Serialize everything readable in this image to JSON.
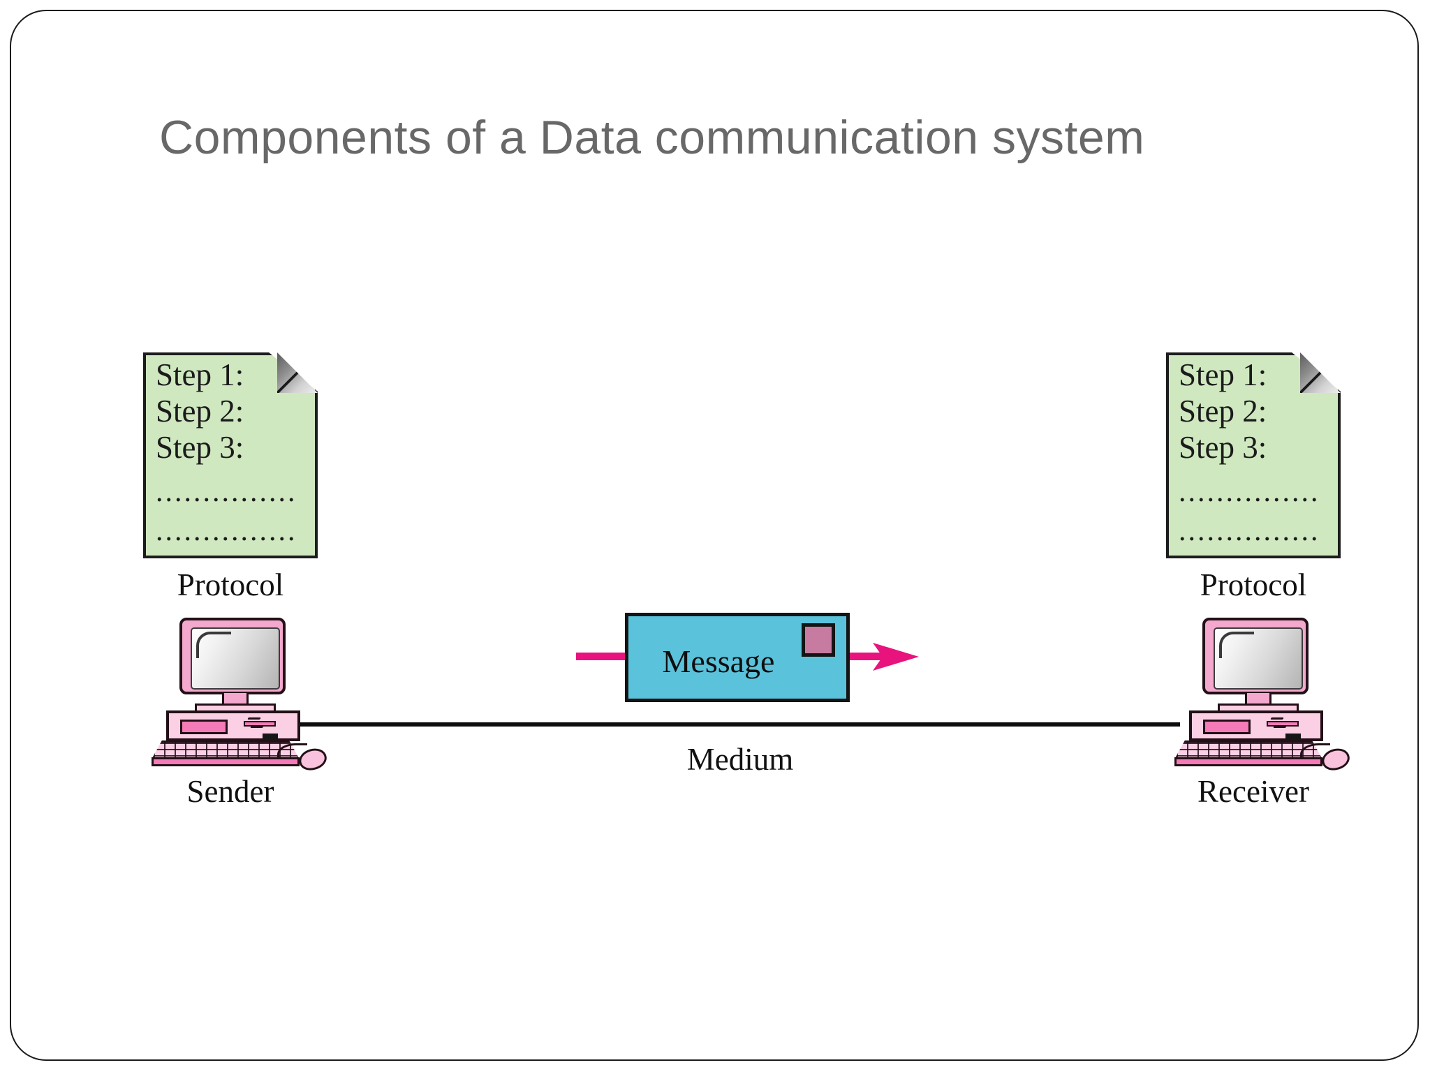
{
  "slide": {
    "title": "Components of a Data communication system",
    "title_color": "#686868",
    "background_color": "#ffffff",
    "border_color": "#1a1a1a"
  },
  "colors": {
    "document_green": "#cfe8c0",
    "computer_pink": "#fbcfe4",
    "computer_pink_dark": "#f57ab8",
    "message_cyan": "#5BC2DB",
    "stamp_pink": "#C87BA0",
    "arrow_magenta": "#E8137C",
    "outline_black": "#141414"
  },
  "protocol_left": {
    "steps": [
      "Step 1:",
      "Step 2:",
      "Step 3:"
    ],
    "dots_row_1": "...............",
    "dots_row_2": "...............",
    "label": "Protocol"
  },
  "protocol_right": {
    "steps": [
      "Step 1:",
      "Step 2:",
      "Step 3:"
    ],
    "dots_row_1": "...............",
    "dots_row_2": "...............",
    "label": "Protocol"
  },
  "sender": {
    "label": "Sender"
  },
  "receiver": {
    "label": "Receiver"
  },
  "message": {
    "label": "Message"
  },
  "medium": {
    "label": "Medium"
  }
}
